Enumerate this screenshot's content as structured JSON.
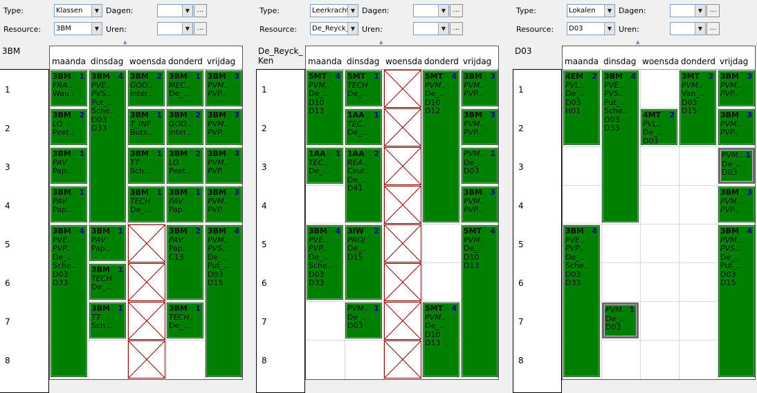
{
  "labels": {
    "type": "Type:",
    "resource": "Resource:",
    "dagen": "Dagen:",
    "uren": "Uren:",
    "dots": "..."
  },
  "days": [
    "maanda",
    "dinsdag",
    "woensda",
    "donderd",
    "vrijdag"
  ],
  "hours": [
    "1",
    "2",
    "3",
    "4",
    "5",
    "6",
    "7",
    "8"
  ],
  "panels": [
    {
      "type_value": "Klassen",
      "resource_value": "3BM",
      "dagen_value": "",
      "uren_value": "",
      "title": "3BM",
      "blocked": [
        {
          "day": 2,
          "start": 5,
          "span": 4
        }
      ],
      "events": [
        {
          "day": 0,
          "start": 1,
          "span": 1,
          "code": "3BM",
          "count": "1",
          "lines": [
            "FRA..",
            "Wou.."
          ]
        },
        {
          "day": 1,
          "start": 1,
          "span": 4,
          "code": "3BM",
          "count": "4",
          "lines": [
            "PVE..",
            "PVS..",
            "Put_..",
            "Sche..",
            "D03",
            "D33"
          ]
        },
        {
          "day": 2,
          "start": 1,
          "span": 1,
          "code": "3BM",
          "count": "2",
          "lines": [
            "GOD..",
            "inter.."
          ]
        },
        {
          "day": 3,
          "start": 1,
          "span": 1,
          "code": "3BM",
          "count": "1",
          "lines": [
            "MEC..",
            "De_..."
          ]
        },
        {
          "day": 4,
          "start": 1,
          "span": 1,
          "code": "3BM",
          "count": "3",
          "lines": [
            "PVM..",
            "PVP.."
          ]
        },
        {
          "day": 0,
          "start": 2,
          "span": 1,
          "code": "3BM",
          "count": "2",
          "lines": [
            "LO",
            "Peet.."
          ]
        },
        {
          "day": 2,
          "start": 2,
          "span": 1,
          "code": "3BM",
          "count": "1",
          "lines": [
            "T_INF",
            "Buts.."
          ]
        },
        {
          "day": 3,
          "start": 2,
          "span": 1,
          "code": "3BM",
          "count": "2",
          "lines": [
            "GOD..",
            "inter.."
          ]
        },
        {
          "day": 4,
          "start": 2,
          "span": 1,
          "code": "3BM",
          "count": "3",
          "lines": [
            "PVM..",
            "PVP.."
          ]
        },
        {
          "day": 0,
          "start": 3,
          "span": 1,
          "code": "3BM",
          "count": "1",
          "lines": [
            "PAV",
            "Pap.."
          ]
        },
        {
          "day": 2,
          "start": 3,
          "span": 1,
          "code": "3BM",
          "count": "1",
          "lines": [
            "TT",
            "Sch..."
          ]
        },
        {
          "day": 3,
          "start": 3,
          "span": 1,
          "code": "3BM",
          "count": "2",
          "lines": [
            "LO",
            "Peet.."
          ]
        },
        {
          "day": 4,
          "start": 3,
          "span": 1,
          "code": "3BM",
          "count": "3",
          "lines": [
            "PVM..",
            "PVP.."
          ]
        },
        {
          "day": 0,
          "start": 4,
          "span": 1,
          "code": "3BM",
          "count": "1",
          "lines": [
            "PAV",
            "Pap.."
          ]
        },
        {
          "day": 2,
          "start": 4,
          "span": 1,
          "code": "3BM",
          "count": "1",
          "lines": [
            "TECH",
            "De_..."
          ]
        },
        {
          "day": 3,
          "start": 4,
          "span": 1,
          "code": "3BM",
          "count": "1",
          "lines": [
            "PAV",
            "Pap.."
          ]
        },
        {
          "day": 4,
          "start": 4,
          "span": 1,
          "code": "3BM",
          "count": "3",
          "lines": [
            "PVM..",
            "PVP.."
          ]
        },
        {
          "day": 0,
          "start": 5,
          "span": 4,
          "code": "3BM",
          "count": "4",
          "lines": [
            "PVE..",
            "PVP..",
            "De_..",
            "Sche..",
            "D03",
            "D33"
          ]
        },
        {
          "day": 1,
          "start": 5,
          "span": 1,
          "code": "3BM",
          "count": "1",
          "lines": [
            "PAV",
            "Pap.."
          ]
        },
        {
          "day": 3,
          "start": 5,
          "span": 2,
          "code": "3BM",
          "count": "2",
          "lines": [
            "PAV",
            "Pap..",
            "C13"
          ]
        },
        {
          "day": 4,
          "start": 5,
          "span": 4,
          "code": "3BM",
          "count": "4",
          "lines": [
            "PVM..",
            "PVS..",
            "De_..",
            "Put_..",
            "D03",
            "D15"
          ]
        },
        {
          "day": 1,
          "start": 6,
          "span": 1,
          "code": "3BM",
          "count": "1",
          "lines": [
            "TECH",
            "De_..."
          ]
        },
        {
          "day": 1,
          "start": 7,
          "span": 1,
          "code": "3BM",
          "count": "1",
          "lines": [
            "TT",
            "Sch..."
          ]
        },
        {
          "day": 3,
          "start": 7,
          "span": 1,
          "code": "3BM",
          "count": "1",
          "lines": [
            "TECH",
            "De_..."
          ]
        }
      ]
    },
    {
      "type_value": "Leerkracht",
      "resource_value": "De_Reyck_",
      "dagen_value": "",
      "uren_value": "",
      "title": "De_Reyck_\nKen",
      "blocked": [
        {
          "day": 2,
          "start": 1,
          "span": 8
        }
      ],
      "events": [
        {
          "day": 0,
          "start": 1,
          "span": 2,
          "code": "5MT",
          "count": "4",
          "lines": [
            "PVM..",
            "De_..",
            "D10",
            "D13"
          ]
        },
        {
          "day": 1,
          "start": 1,
          "span": 1,
          "code": "5MT",
          "count": "1",
          "lines": [
            "TECH",
            "De_..."
          ]
        },
        {
          "day": 3,
          "start": 1,
          "span": 4,
          "code": "5MT",
          "count": "4",
          "lines": [
            "PVM..",
            "De_..",
            "D10",
            "D12"
          ]
        },
        {
          "day": 4,
          "start": 1,
          "span": 1,
          "code": "3BM",
          "count": "3",
          "lines": [
            "PVM..",
            "PVP.."
          ]
        },
        {
          "day": 1,
          "start": 2,
          "span": 1,
          "code": "1AA",
          "count": "1",
          "lines": [
            "TEC..",
            "De_..."
          ]
        },
        {
          "day": 4,
          "start": 2,
          "span": 1,
          "code": "3BM",
          "count": "3",
          "lines": [
            "PVM..",
            "PVP.."
          ]
        },
        {
          "day": 0,
          "start": 3,
          "span": 1,
          "code": "1AA",
          "count": "1",
          "lines": [
            "TEC..",
            "De_..."
          ]
        },
        {
          "day": 1,
          "start": 3,
          "span": 2,
          "code": "1AA",
          "count": "2",
          "lines": [
            "REA..",
            "Ceul..",
            "De_..",
            "D41"
          ]
        },
        {
          "day": 4,
          "start": 3,
          "span": 1,
          "code": "",
          "count": "1",
          "lines": [
            "PVM..",
            "De_..",
            "D03"
          ]
        },
        {
          "day": 4,
          "start": 4,
          "span": 1,
          "code": "3BM",
          "count": "3",
          "lines": [
            "PVM..",
            "PVP.."
          ]
        },
        {
          "day": 0,
          "start": 5,
          "span": 2,
          "code": "3BM",
          "count": "4",
          "lines": [
            "PVE..",
            "PVP..",
            "De_..",
            "Sche..",
            "D03",
            "D33"
          ]
        },
        {
          "day": 1,
          "start": 5,
          "span": 2,
          "code": "3IW",
          "count": "2",
          "lines": [
            "PROJ",
            "De_..",
            "D15"
          ]
        },
        {
          "day": 4,
          "start": 5,
          "span": 4,
          "code": "5MT",
          "count": "4",
          "lines": [
            "PVM..",
            "De_..",
            "D10",
            "D13"
          ]
        },
        {
          "day": 1,
          "start": 7,
          "span": 1,
          "code": "",
          "count": "1",
          "lines": [
            "PVM..",
            "De_..",
            "D03"
          ]
        },
        {
          "day": 3,
          "start": 7,
          "span": 2,
          "code": "5MT",
          "count": "4",
          "lines": [
            "PVM..",
            "De_..",
            "D10",
            "D13"
          ]
        }
      ]
    },
    {
      "type_value": "Lokalen",
      "resource_value": "D03",
      "dagen_value": "",
      "uren_value": "",
      "title": "D03",
      "blocked": [],
      "events": [
        {
          "day": 0,
          "start": 1,
          "span": 2,
          "code": "4EM",
          "count": "2",
          "lines": [
            "PVL..",
            "De_..",
            "D03",
            "H01"
          ]
        },
        {
          "day": 1,
          "start": 1,
          "span": 4,
          "code": "3BM",
          "count": "4",
          "lines": [
            "PVE..",
            "PVS..",
            "Put_..",
            "Sche..",
            "D03",
            "D33"
          ]
        },
        {
          "day": 3,
          "start": 1,
          "span": 2,
          "code": "3MT",
          "count": "2",
          "lines": [
            "PVM..",
            "Van_..",
            "D03",
            "D15"
          ]
        },
        {
          "day": 4,
          "start": 1,
          "span": 1,
          "code": "3BM",
          "count": "3",
          "lines": [
            "PVM..",
            "PVP.."
          ]
        },
        {
          "day": 2,
          "start": 2,
          "span": 1,
          "code": "4MT",
          "count": "2",
          "lines": [
            "PVL..",
            "De_..",
            "D03"
          ]
        },
        {
          "day": 4,
          "start": 2,
          "span": 1,
          "code": "3BM",
          "count": "3",
          "lines": [
            "PVM..",
            "PVP.."
          ]
        },
        {
          "day": 4,
          "start": 3,
          "span": 1,
          "code": "",
          "count": "1",
          "lines": [
            "PVM..",
            "De_..",
            "D03"
          ],
          "selected": true
        },
        {
          "day": 4,
          "start": 4,
          "span": 1,
          "code": "3BM",
          "count": "3",
          "lines": [
            "PVM..",
            "PVP.."
          ]
        },
        {
          "day": 0,
          "start": 5,
          "span": 4,
          "code": "3BM",
          "count": "4",
          "lines": [
            "PVE..",
            "PVP..",
            "De_..",
            "Sche..",
            "D03",
            "D33"
          ]
        },
        {
          "day": 4,
          "start": 5,
          "span": 4,
          "code": "3BM",
          "count": "4",
          "lines": [
            "PVM..",
            "PVS..",
            "De_..",
            "Put_..",
            "D03",
            "D15"
          ]
        },
        {
          "day": 1,
          "start": 7,
          "span": 1,
          "code": "",
          "count": "1",
          "lines": [
            "PVM..",
            "De_..",
            "D03"
          ],
          "selected": true
        }
      ]
    }
  ],
  "colors": {
    "event_bg": "#008000",
    "block_cross": "#8b0000",
    "count_text": "#0a0a80"
  }
}
